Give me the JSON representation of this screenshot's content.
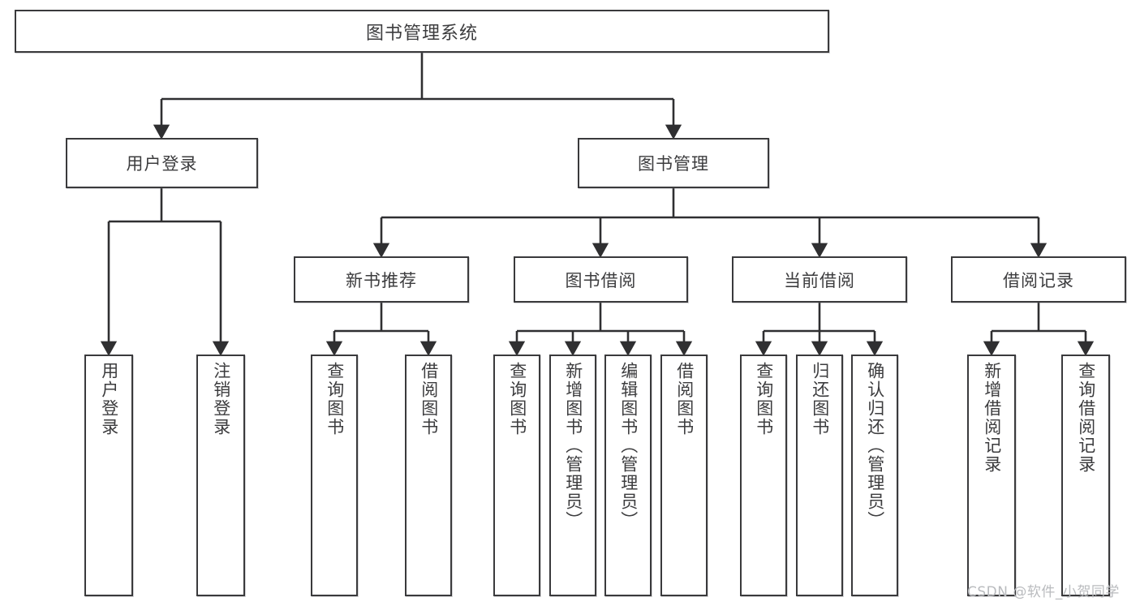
{
  "diagram": {
    "title_node": {
      "label": "图书管理系统"
    },
    "level2": [
      {
        "id": "user-login",
        "label": "用户登录"
      },
      {
        "id": "book-management",
        "label": "图书管理"
      }
    ],
    "level3": [
      {
        "id": "new-book-recommend",
        "label": "新书推荐"
      },
      {
        "id": "book-borrow",
        "label": "图书借阅"
      },
      {
        "id": "current-borrow",
        "label": "当前借阅"
      },
      {
        "id": "borrow-record",
        "label": "借阅记录"
      }
    ],
    "leaves": {
      "user_login": [
        {
          "id": "leaf-user-login",
          "label": "用户登录"
        },
        {
          "id": "leaf-logout-login",
          "label": "注销登录"
        }
      ],
      "new_book_recommend": [
        {
          "id": "leaf-query-book-1",
          "label": "查询图书"
        },
        {
          "id": "leaf-borrow-book-1",
          "label": "借阅图书"
        }
      ],
      "book_borrow": [
        {
          "id": "leaf-query-book-2",
          "label": "查询图书"
        },
        {
          "id": "leaf-add-book",
          "label": "新增图书（管理员）"
        },
        {
          "id": "leaf-edit-book",
          "label": "编辑图书（管理员）"
        },
        {
          "id": "leaf-borrow-book-2",
          "label": "借阅图书"
        }
      ],
      "current_borrow": [
        {
          "id": "leaf-query-book-3",
          "label": "查询图书"
        },
        {
          "id": "leaf-return-book",
          "label": "归还图书"
        },
        {
          "id": "leaf-confirm-return",
          "label": "确认归还（管理员）"
        }
      ],
      "borrow_record": [
        {
          "id": "leaf-add-record",
          "label": "新增借阅记录"
        },
        {
          "id": "leaf-query-record",
          "label": "查询借阅记录"
        }
      ]
    }
  },
  "watermark": {
    "text": "CSDN @软件_小贺同学"
  },
  "colors": {
    "node_border": "#3a3a3c",
    "node_fill": "#ffffff",
    "edge": "#2f2f31",
    "text": "#3c3c3e",
    "watermark": "#b9bbbe",
    "background": "#ffffff"
  }
}
